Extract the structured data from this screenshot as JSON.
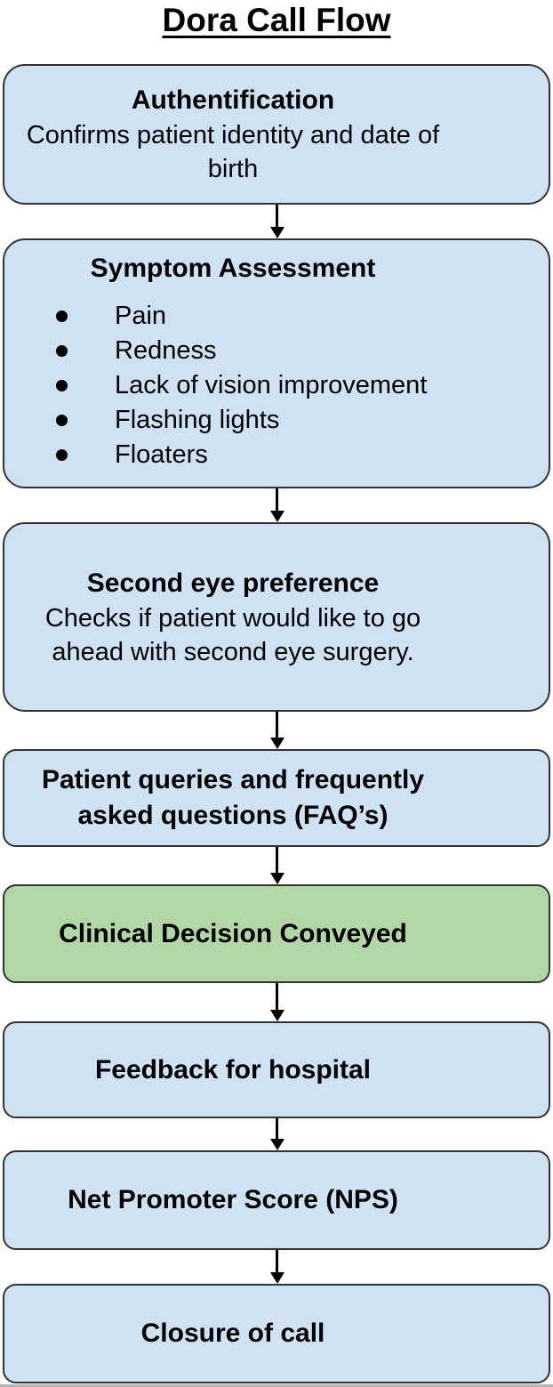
{
  "page": {
    "title": "Dora Call Flow"
  },
  "colors": {
    "node_fill": "#cfe2f3",
    "node_fill_highlight": "#b3d6a7",
    "node_border": "#333333",
    "arrow": "#000000",
    "text": "#000000"
  },
  "flow": {
    "nodes": [
      {
        "id": "authentification",
        "heading": "Authentification",
        "body": "Confirms patient identity and date of birth",
        "variant": "blue"
      },
      {
        "id": "symptom-assessment",
        "heading": "Symptom Assessment",
        "bullets": [
          "Pain",
          "Redness",
          "Lack of vision improvement",
          "Flashing lights",
          "Floaters"
        ],
        "variant": "blue"
      },
      {
        "id": "second-eye-preference",
        "heading": "Second eye preference",
        "body": "Checks if patient would like to go ahead with second eye surgery.",
        "variant": "blue"
      },
      {
        "id": "patient-queries-faqs",
        "heading": "Patient queries and frequently asked questions (FAQ’s)",
        "variant": "blue"
      },
      {
        "id": "clinical-decision-conveyed",
        "heading": "Clinical Decision Conveyed",
        "variant": "green"
      },
      {
        "id": "feedback-for-hospital",
        "heading": "Feedback for hospital",
        "variant": "blue"
      },
      {
        "id": "net-promoter-score",
        "heading": "Net Promoter Score (NPS)",
        "variant": "blue"
      },
      {
        "id": "closure-of-call",
        "heading": "Closure of call",
        "variant": "blue"
      }
    ]
  }
}
